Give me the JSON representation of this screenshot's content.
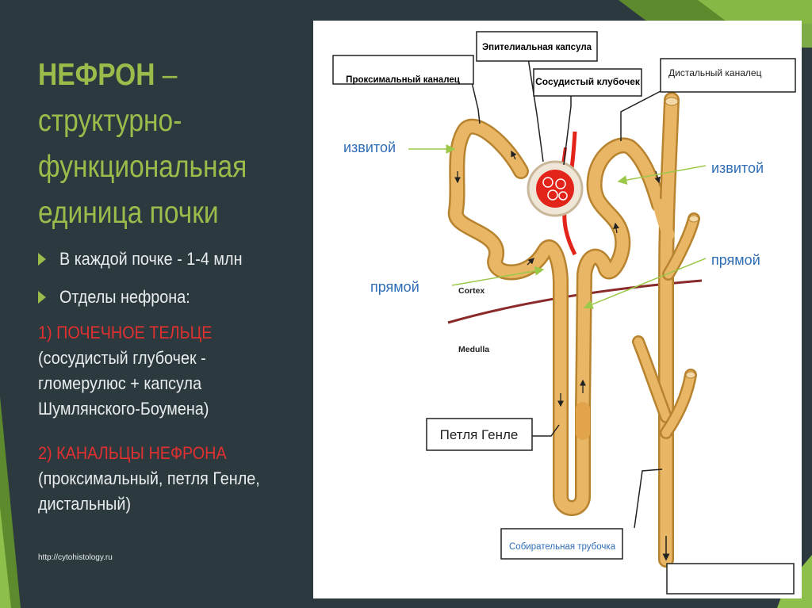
{
  "slide": {
    "title_main": "НЕФРОН",
    "title_dash": " –",
    "title_rest": "структурно-функциональная единица почки",
    "bullets": [
      "В каждой почке - 1-4 млн",
      "Отделы нефрона:"
    ],
    "section1_red": "1) ПОЧЕЧНОЕ ТЕЛЬЦЕ",
    "section1_text": " (сосудистый глубочек - гломерулюс + капсула Шумлянского-Боумена)",
    "section2_red": "2) КАНАЛЬЦЫ НЕФРОНА",
    "section2_text": "(проксимальный, петля Генле, дистальный)",
    "source": "http://cytohistology.ru"
  },
  "diagram": {
    "labels": {
      "epithelial_capsule": "Эпителиальная капсула",
      "proximal_tubule": "Проксимальный каналец",
      "glomerulus": "Сосудистый клубочек",
      "distal_tubule": "Дистальный каналец",
      "convoluted_left": "извитой",
      "convoluted_right": "извитой",
      "straight_left": "прямой",
      "straight_right": "прямой",
      "cortex": "Cortex",
      "medulla": "Medulla",
      "henle_loop": "Петля Генле",
      "collecting_duct": "Собирательная трубочка",
      "empty_box": ""
    }
  },
  "colors": {
    "slide_dark": "#2c3a40",
    "accent_green": "#9dbb4a",
    "accent_red": "#e03030",
    "tubule_fill": "#e9b665",
    "tubule_edge": "#b7832f",
    "blood_red": "#e3241b",
    "label_blue": "#2f6db5",
    "boundary": "#8b2a2a"
  }
}
